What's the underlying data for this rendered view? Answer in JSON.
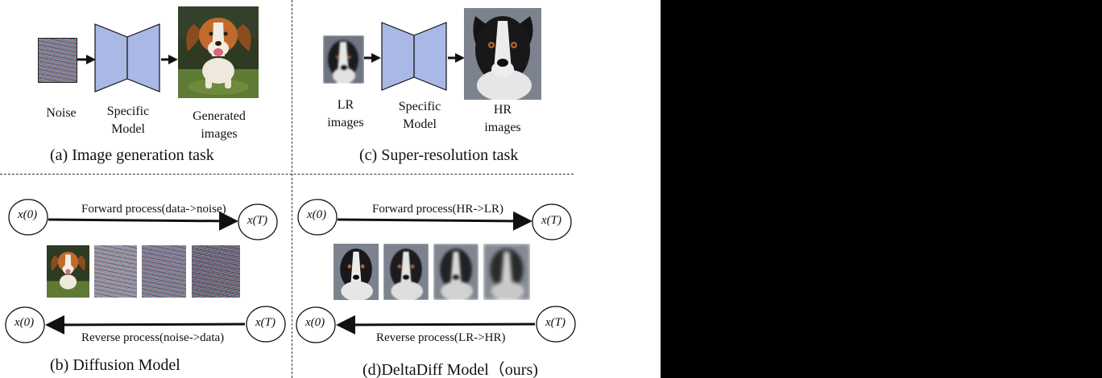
{
  "panels": {
    "a": {
      "caption": "(a) Image generation task",
      "input_label": "Noise",
      "model_label": "Specific Model",
      "output_label": "Generated images"
    },
    "c": {
      "caption": "(c) Super-resolution task",
      "input_label": "LR images",
      "model_label": "Specific Model",
      "output_label": "HR images"
    },
    "b": {
      "caption": "(b) Diffusion Model",
      "forward_label": "Forward process(data->noise)",
      "reverse_label": "Reverse process(noise->data)",
      "start_node": "x(0)",
      "end_node": "x(T)"
    },
    "d": {
      "caption": "(d)DeltaDiff Model（ours)",
      "forward_label": "Forward process(HR->LR)",
      "reverse_label": "Reverse process(LR->HR)",
      "start_node": "x(0)",
      "end_node": "x(T)"
    }
  },
  "colors": {
    "model_fill": "#aab8e6",
    "stroke": "#111111",
    "background_right": "#000000"
  }
}
